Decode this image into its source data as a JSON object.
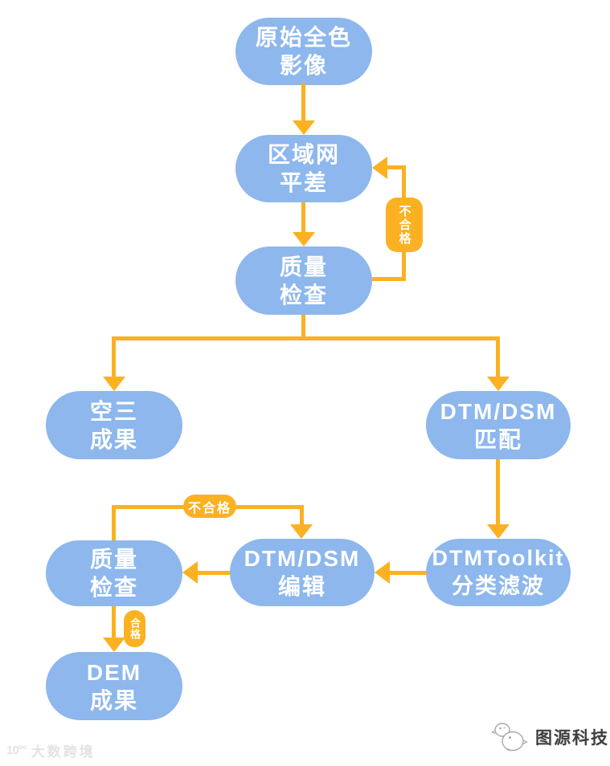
{
  "colors": {
    "node_fill": "#8DB7ED",
    "node_text": "#FFFFFF",
    "arrow": "#FBB122",
    "watermark_left": "#E4E2E2",
    "watermark_right": "#3F3F3F"
  },
  "nodes": [
    {
      "id": "raw-imagery",
      "lines": [
        "原始全色",
        "影像"
      ]
    },
    {
      "id": "block-adjustment",
      "lines": [
        "区域网",
        "平差"
      ]
    },
    {
      "id": "quality-check-1",
      "lines": [
        "质量",
        "检查"
      ]
    },
    {
      "id": "aerial-triangulation-result",
      "lines": [
        "空三",
        "成果"
      ]
    },
    {
      "id": "dtm-dsm-matching",
      "lines": [
        "DTM/DSM",
        "匹配"
      ]
    },
    {
      "id": "dtm-toolkit-filtering",
      "lines": [
        "DTMToolkit",
        "分类滤波"
      ]
    },
    {
      "id": "dtm-dsm-editing",
      "lines": [
        "DTM/DSM",
        "编辑"
      ]
    },
    {
      "id": "quality-check-2",
      "lines": [
        "质量",
        "检查"
      ]
    },
    {
      "id": "dem-result",
      "lines": [
        "DEM",
        "成果"
      ]
    }
  ],
  "edge_labels": {
    "fail_top": "不合格",
    "fail_bottom": "不合格",
    "pass": "合格"
  },
  "watermarks": {
    "bottom_left": {
      "logo": "10°°",
      "text": "大数跨境"
    },
    "bottom_right": {
      "logo_icon": "twin-bird-doodle-icon",
      "text": "图源科技"
    }
  }
}
